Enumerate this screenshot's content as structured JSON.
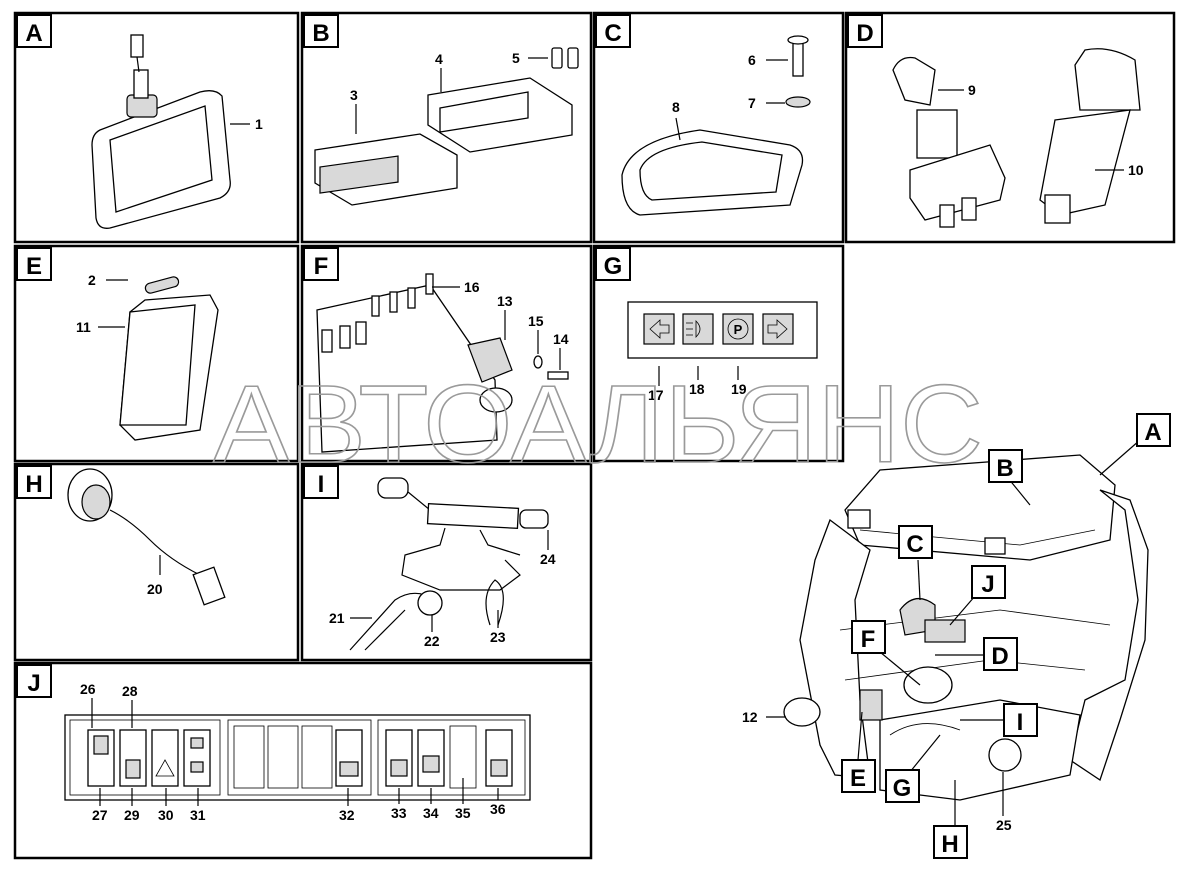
{
  "watermark": "АВТОАЛЬЯНС",
  "panels": [
    {
      "id": "A",
      "letter": "A"
    },
    {
      "id": "B",
      "letter": "B"
    },
    {
      "id": "C",
      "letter": "C"
    },
    {
      "id": "D",
      "letter": "D"
    },
    {
      "id": "E",
      "letter": "E"
    },
    {
      "id": "F",
      "letter": "F"
    },
    {
      "id": "G",
      "letter": "G"
    },
    {
      "id": "H",
      "letter": "H"
    },
    {
      "id": "I",
      "letter": "I"
    },
    {
      "id": "J",
      "letter": "J"
    }
  ],
  "callouts": {
    "c1": "1",
    "c2": "2",
    "c3": "3",
    "c4": "4",
    "c5": "5",
    "c6": "6",
    "c7": "7",
    "c8": "8",
    "c9": "9",
    "c10": "10",
    "c11": "11",
    "c12": "12",
    "c13": "13",
    "c14": "14",
    "c15": "15",
    "c16": "16",
    "c17": "17",
    "c18": "18",
    "c19": "19",
    "c20": "20",
    "c21": "21",
    "c22": "22",
    "c23": "23",
    "c24": "24",
    "c25": "25",
    "c26": "26",
    "c27": "27",
    "c28": "28",
    "c29": "29",
    "c30": "30",
    "c31": "31",
    "c32": "32",
    "c33": "33",
    "c34": "34",
    "c35": "35",
    "c36": "36"
  },
  "cab_labels": {
    "A": "A",
    "B": "B",
    "C": "C",
    "D": "D",
    "E": "E",
    "F": "F",
    "G": "G",
    "H": "H",
    "I": "I",
    "J": "J"
  },
  "indicator_symbols": [
    "arrow-left-icon",
    "headlight-icon",
    "parking-brake-icon",
    "arrow-right-icon"
  ],
  "parking_symbol": "P"
}
